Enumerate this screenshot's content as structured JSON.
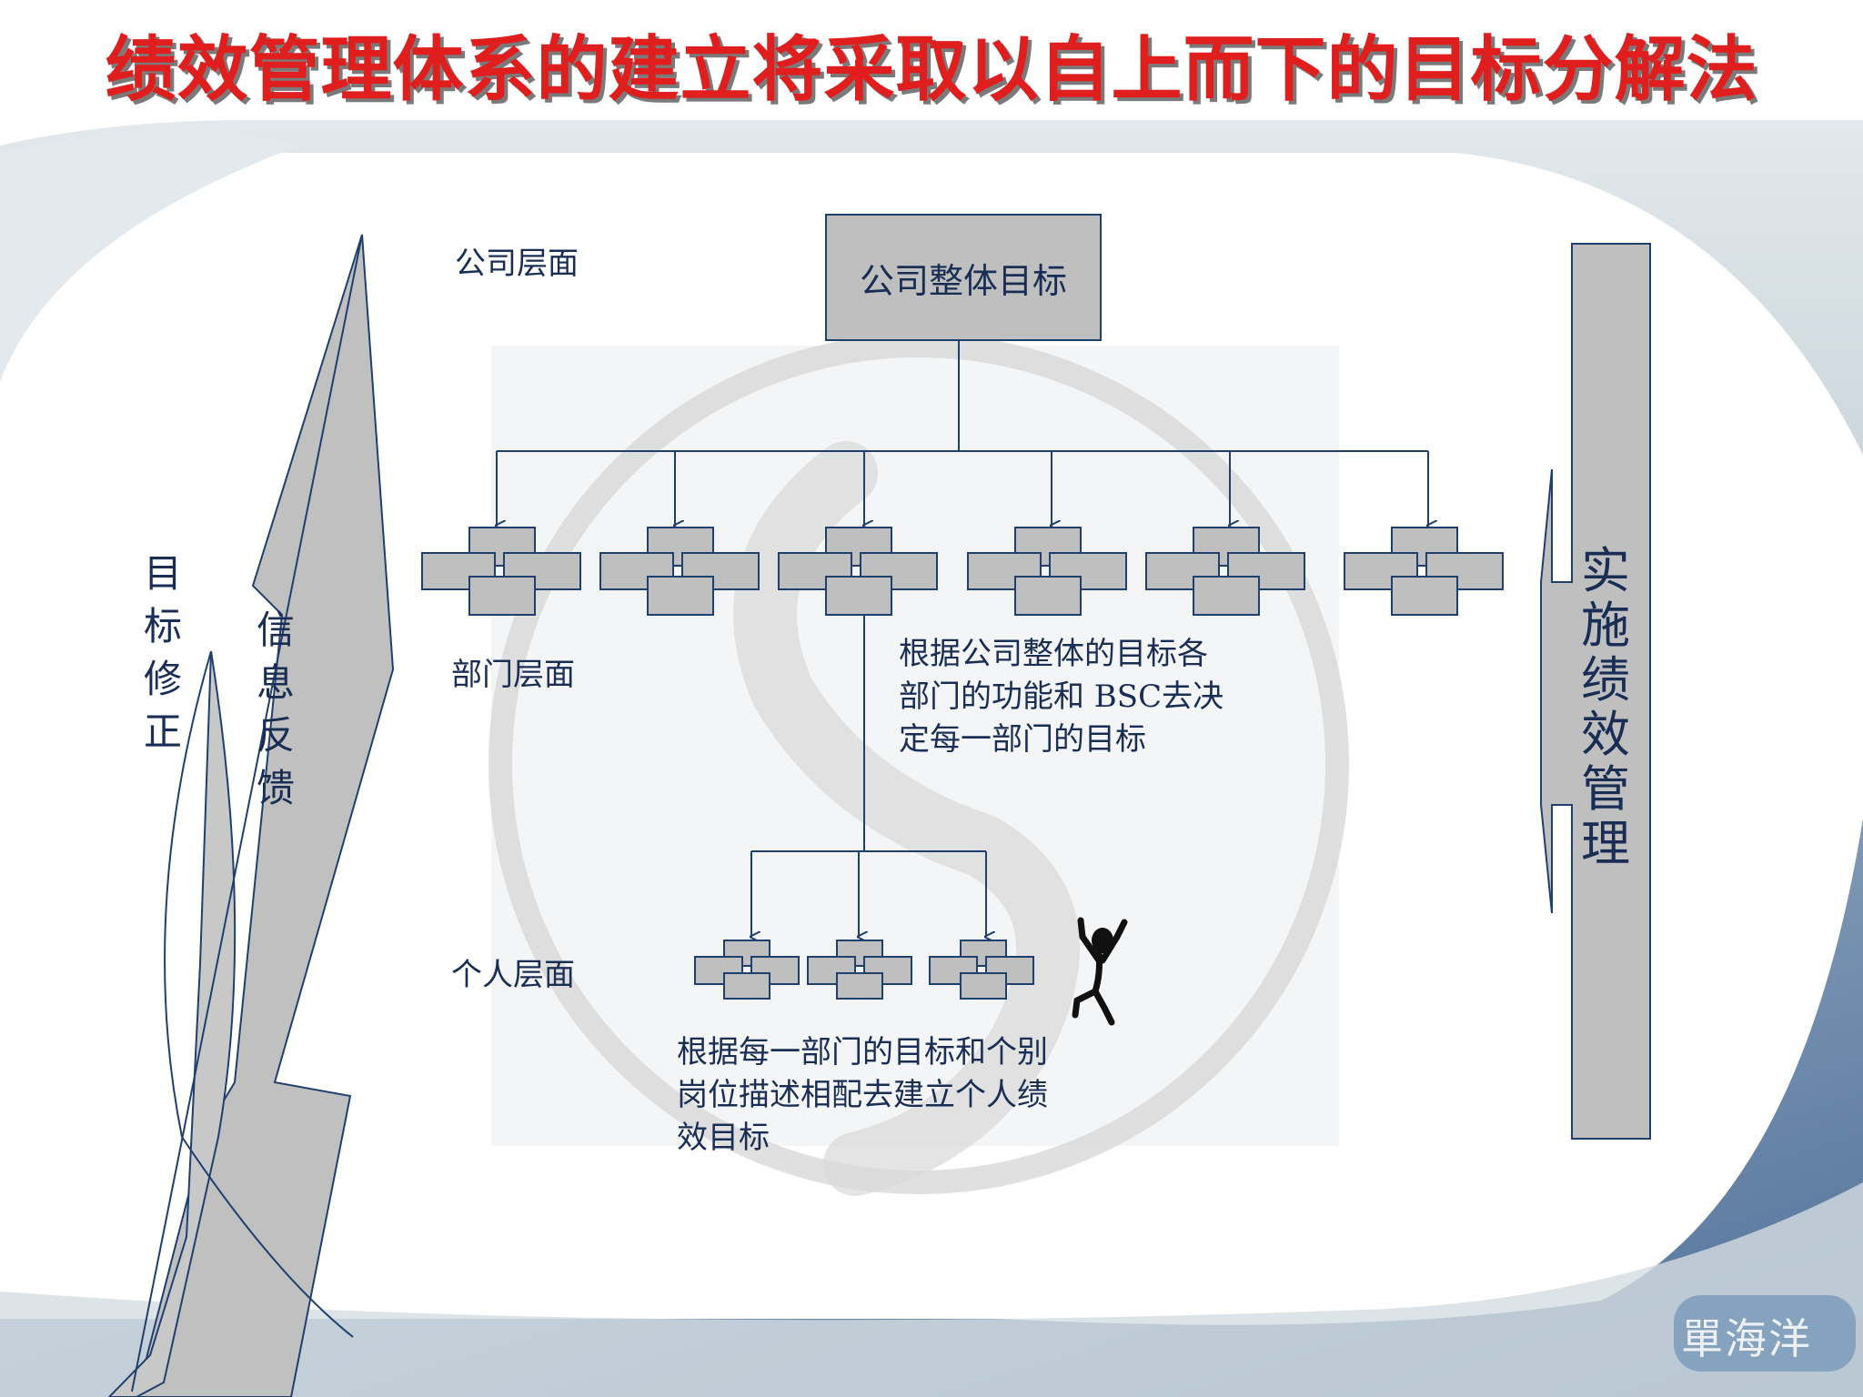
{
  "title": "绩效管理体系的建立将采取以自上而下的目标分解法",
  "levels": {
    "company": "公司层面",
    "department": "部门层面",
    "individual": "个人层面"
  },
  "top_box": "公司整体目标",
  "department_desc": "根据公司整体的目标各部门的功能和 BSC去决定每一部门的目标",
  "individual_desc": "根据每一部门的目标和个别岗位描述相配去建立个人绩效目标",
  "left_arrow_up": "信息反馈",
  "left_arrow_down": "目标修正",
  "right_arrow": "实施绩效管理",
  "watermark": "單海洋",
  "colors": {
    "title": "#e01e1e",
    "box_fill": "#bfbfbf",
    "line": "#1f3f6e",
    "text": "#1a2e55"
  }
}
